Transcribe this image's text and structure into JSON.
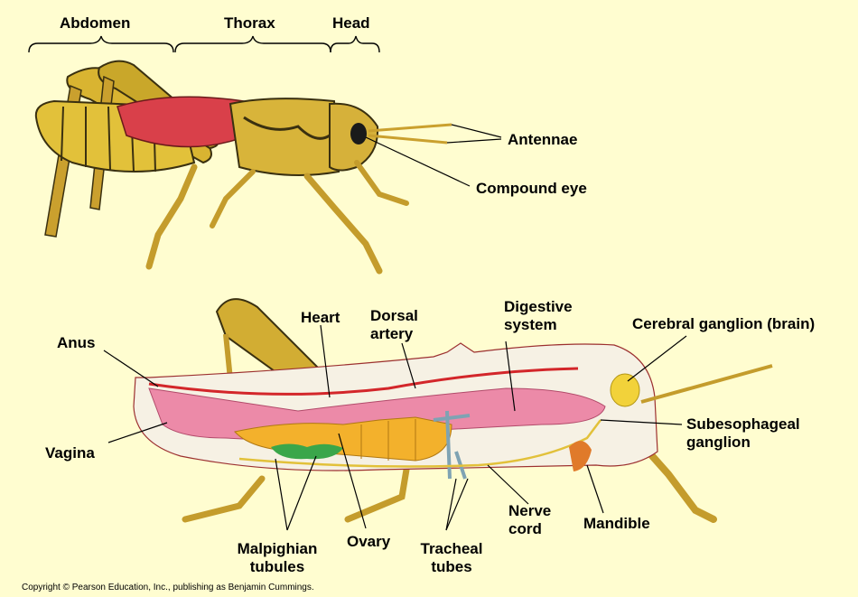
{
  "body_regions": {
    "abdomen": "Abdomen",
    "thorax": "Thorax",
    "head": "Head"
  },
  "external_labels": {
    "antennae": "Antennae",
    "compound_eye": "Compound eye"
  },
  "internal_labels": {
    "anus": "Anus",
    "heart": "Heart",
    "dorsal_artery": [
      "Dorsal",
      "artery"
    ],
    "digestive_system": [
      "Digestive",
      "system"
    ],
    "cerebral_ganglion": "Cerebral ganglion (brain)",
    "vagina": "Vagina",
    "subesophageal_ganglion": [
      "Subesophageal",
      "ganglion"
    ],
    "nerve_cord": [
      "Nerve",
      "cord"
    ],
    "mandible": "Mandible",
    "malpighian_tubules": [
      "Malpighian",
      "tubules"
    ],
    "ovary": "Ovary",
    "tracheal_tubes": [
      "Tracheal",
      "tubes"
    ]
  },
  "copyright": "Copyright © Pearson Education, Inc., publishing as Benjamin Cummings.",
  "colors": {
    "background": "#fffdd0",
    "body_yellow": "#e8c43a",
    "body_dark": "#3a3010",
    "wing_red": "#d9404a",
    "gut_pink": "#ec8aa8",
    "ovary_orange": "#f3b12c",
    "malpighian_green": "#3aa64a",
    "nerve_yellow": "#f2d23a",
    "trachea_blue": "#7fa3b3",
    "heart_red": "#d3262a"
  }
}
